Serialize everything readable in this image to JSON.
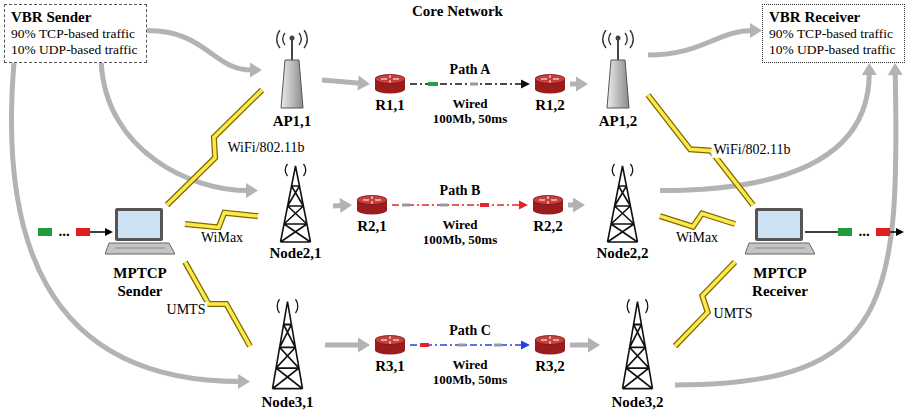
{
  "diagram": {
    "nodes": [
      {
        "text": [
          "VBR Sender",
          "90% TCP-based traffic 10% UDP-based traffic"
        ]
      },
      {
        "text": [
          "VBR Receiver",
          "90% TCP-based traffic 10% UDP-based traffic"
        ]
      },
      {
        "text": [
          "MPTCP Sender"
        ]
      },
      {
        "text": [
          "MPTCP Receiver"
        ]
      },
      {
        "text": [
          "AP1,1"
        ]
      },
      {
        "text": [
          "AP1,2"
        ]
      },
      {
        "text": [
          "Node2,1"
        ]
      },
      {
        "text": [
          "Node2,2"
        ]
      },
      {
        "text": [
          "Node3,1"
        ]
      },
      {
        "text": [
          "Node3,2"
        ]
      },
      {
        "text": [
          "Core Network"
        ]
      },
      {
        "text": [
          "Path A",
          "Wired 100Mb, 50ms"
        ],
        "in": 10
      },
      {
        "text": [
          "Path B",
          "Wired 100Mb, 50ms"
        ],
        "in": 10
      },
      {
        "text": [
          "Path C",
          "Wired 100Mb, 50ms"
        ],
        "in": 10
      },
      {
        "text": [
          "R1,1"
        ],
        "in": 10
      },
      {
        "text": [
          "R1,2"
        ],
        "in": 10
      },
      {
        "text": [
          "R2,1"
        ],
        "in": 10
      },
      {
        "text": [
          "R2,2"
        ],
        "in": 10
      },
      {
        "text": [
          "R3,1"
        ],
        "in": 10
      },
      {
        "text": [
          "R3,2"
        ],
        "in": 10
      }
    ],
    "edges": [
      {
        "from": 0,
        "to": 4,
        "arrow": "to"
      },
      {
        "from": 0,
        "to": 6,
        "arrow": "to"
      },
      {
        "from": 0,
        "to": 8,
        "arrow": "to"
      },
      {
        "from": 2,
        "to": 4,
        "arrow": "none",
        "label": "WiFi/802.11b"
      },
      {
        "from": 2,
        "to": 6,
        "arrow": "none",
        "label": "WiMax"
      },
      {
        "from": 2,
        "to": 8,
        "arrow": "none",
        "label": "UMTS"
      },
      {
        "from": 4,
        "to": 14,
        "arrow": "to"
      },
      {
        "from": 6,
        "to": 16,
        "arrow": "to"
      },
      {
        "from": 8,
        "to": 18,
        "arrow": "to"
      },
      {
        "from": 14,
        "to": 15,
        "arrow": "to"
      },
      {
        "from": 16,
        "to": 17,
        "arrow": "to"
      },
      {
        "from": 18,
        "to": 19,
        "arrow": "to"
      },
      {
        "from": 15,
        "to": 5,
        "arrow": "to"
      },
      {
        "from": 17,
        "to": 7,
        "arrow": "to"
      },
      {
        "from": 19,
        "to": 9,
        "arrow": "to"
      },
      {
        "from": 5,
        "to": 1,
        "arrow": "to"
      },
      {
        "from": 7,
        "to": 1,
        "arrow": "to"
      },
      {
        "from": 9,
        "to": 1,
        "arrow": "to"
      },
      {
        "from": 5,
        "to": 3,
        "arrow": "none",
        "label": "WiFi/802.11b"
      },
      {
        "from": 7,
        "to": 3,
        "arrow": "none",
        "label": "WiMax"
      },
      {
        "from": 9,
        "to": 3,
        "arrow": "none",
        "label": "UMTS"
      }
    ],
    "labels": [
      "...",
      "..."
    ]
  }
}
